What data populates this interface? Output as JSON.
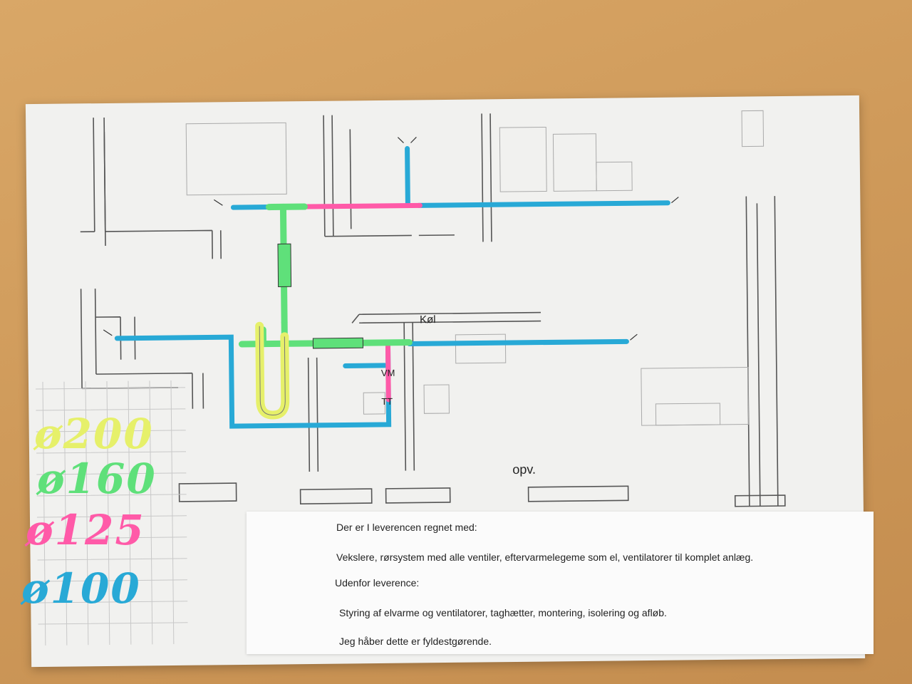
{
  "plan_labels": {
    "kol": "Køl",
    "vm": "VM",
    "tt": "TT",
    "opv": "opv."
  },
  "legend": [
    {
      "label": "ø200",
      "color": "#e6f06a"
    },
    {
      "label": "ø160",
      "color": "#5fe07a"
    },
    {
      "label": "ø125",
      "color": "#ff5aa8"
    },
    {
      "label": "ø100",
      "color": "#28a9d6"
    }
  ],
  "note": {
    "line1": "Der er I leverencen regnet med:",
    "line2": "Vekslere, rørsystem med alle ventiler, eftervarmelegeme som el, ventilatorer til komplet anlæg.",
    "line3": "Udenfor leverence:",
    "line4": "Styring af elvarme og ventilatorer, taghætter, montering, isolering og afløb.",
    "line5": "Jeg håber dette er fyldestgørende."
  },
  "colors": {
    "blue_pipe": "#28a9d6",
    "green_pipe": "#5fe07a",
    "pink_pipe": "#ff5aa8",
    "yellow_pipe": "#e6f06a"
  }
}
